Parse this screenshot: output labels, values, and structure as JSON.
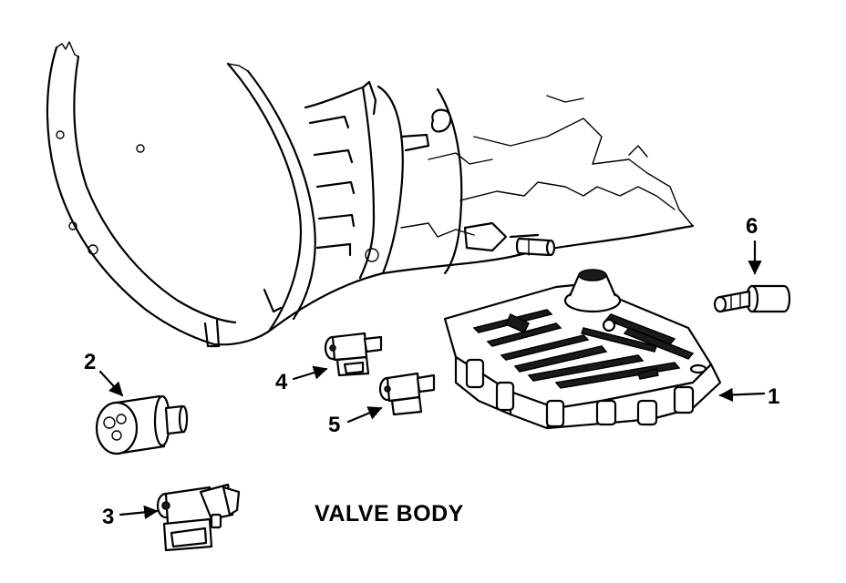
{
  "diagram": {
    "title": "VALVE BODY",
    "callouts": [
      {
        "id": "1",
        "label": "1"
      },
      {
        "id": "2",
        "label": "2"
      },
      {
        "id": "3",
        "label": "3"
      },
      {
        "id": "4",
        "label": "4"
      },
      {
        "id": "5",
        "label": "5"
      },
      {
        "id": "6",
        "label": "6"
      }
    ]
  }
}
